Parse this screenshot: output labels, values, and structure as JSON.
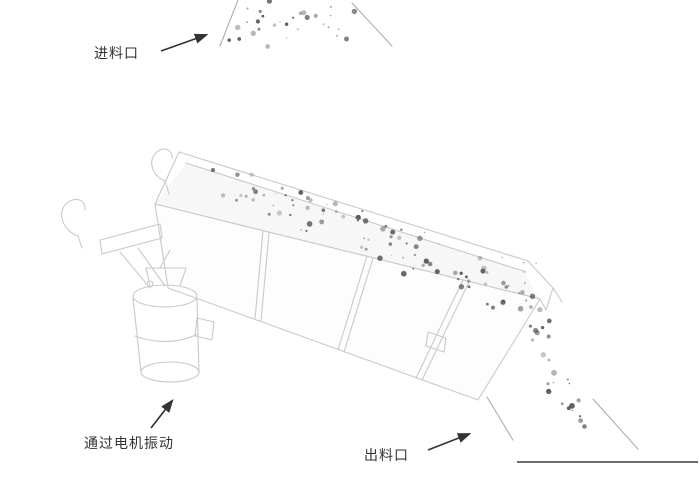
{
  "diagram": {
    "labels": {
      "inlet": "进料口",
      "motor": "通过电机振动",
      "outlet": "出料口"
    }
  },
  "colors": {
    "sketch_line": "#c9c9c9",
    "particle": "#4a4a4a",
    "ink": "#333333",
    "text": "#333333",
    "ground": "#3c3c3c"
  }
}
